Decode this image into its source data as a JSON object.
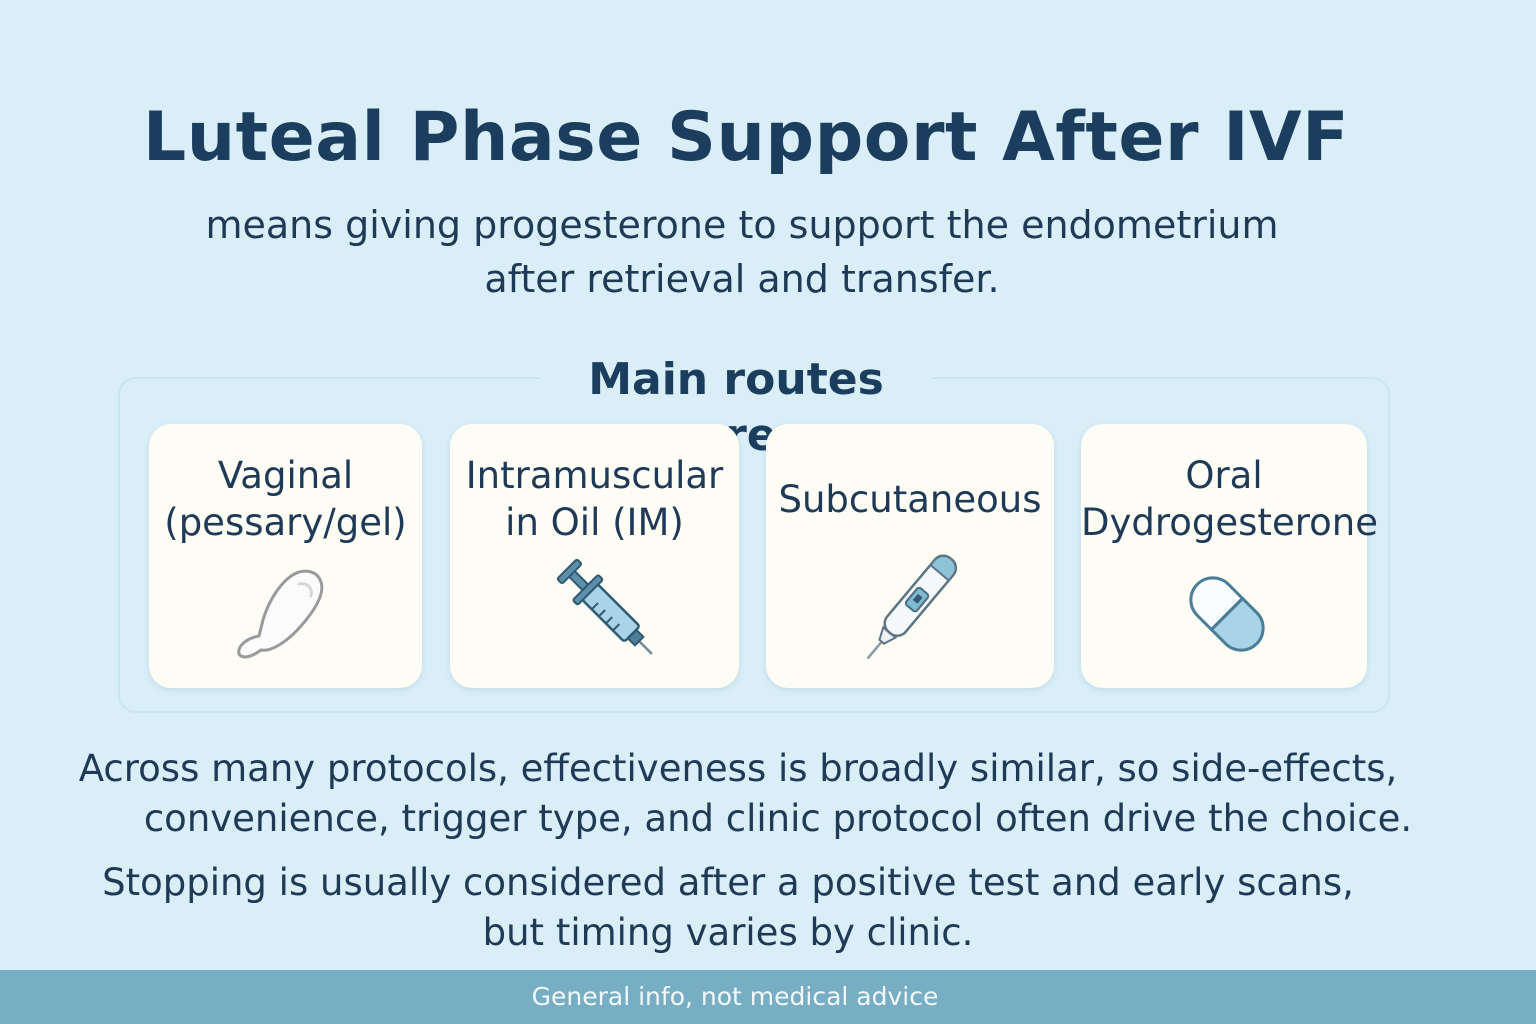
{
  "header": {
    "title": "Luteal Phase Support After IVF",
    "subtitle_line1": "means giving progesterone to support the endometrium",
    "subtitle_line2": "after retrieval and transfer."
  },
  "routes": {
    "heading": "Main routes are",
    "cards": [
      {
        "line1": "Vaginal",
        "line2": "(pessary/gel)",
        "icon": "pessary-icon"
      },
      {
        "line1": "Intramuscular",
        "line2": "in Oil (IM)",
        "icon": "syringe-icon"
      },
      {
        "line1": "Subcutaneous",
        "icon": "injector-pen-icon"
      },
      {
        "line1": "Oral",
        "line2": "Dydrogesterone",
        "icon": "capsule-icon"
      }
    ]
  },
  "body": {
    "paragraph1_line1": "Across many protocols, effectiveness is broadly similar, so side-effects,",
    "paragraph1_line2": "convenience, trigger type, and clinic protocol often drive the choice.",
    "paragraph2_line1": "Stopping is usually considered after a positive test and early scans,",
    "paragraph2_line2": "but timing varies by clinic."
  },
  "footer": {
    "disclaimer": "General info, not medical advice"
  },
  "colors": {
    "background": "#d9eef7",
    "card": "#fdfcf5",
    "title": "#1b3d5e",
    "footer": "#78aec3",
    "accent": "#7fb8cf"
  }
}
